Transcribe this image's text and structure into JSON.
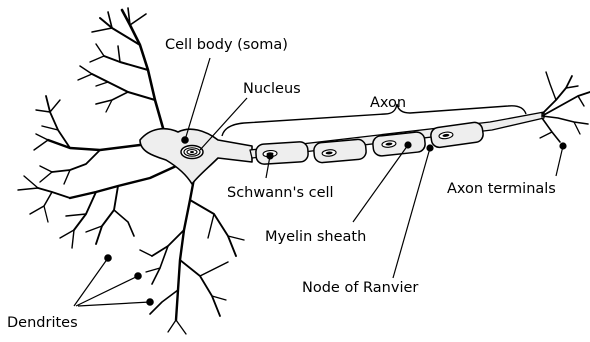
{
  "diagram": {
    "labels": {
      "cell_body": "Cell body (soma)",
      "nucleus": "Nucleus",
      "axon": "Axon",
      "schwann_cell": "Schwann's cell",
      "myelin_sheath": "Myelin sheath",
      "node_of_ranvier": "Node of Ranvier",
      "axon_terminals": "Axon terminals",
      "dendrites": "Dendrites"
    },
    "colors": {
      "ink": "#000000",
      "cell_fill": "#eeeeee",
      "background": "#ffffff"
    }
  }
}
